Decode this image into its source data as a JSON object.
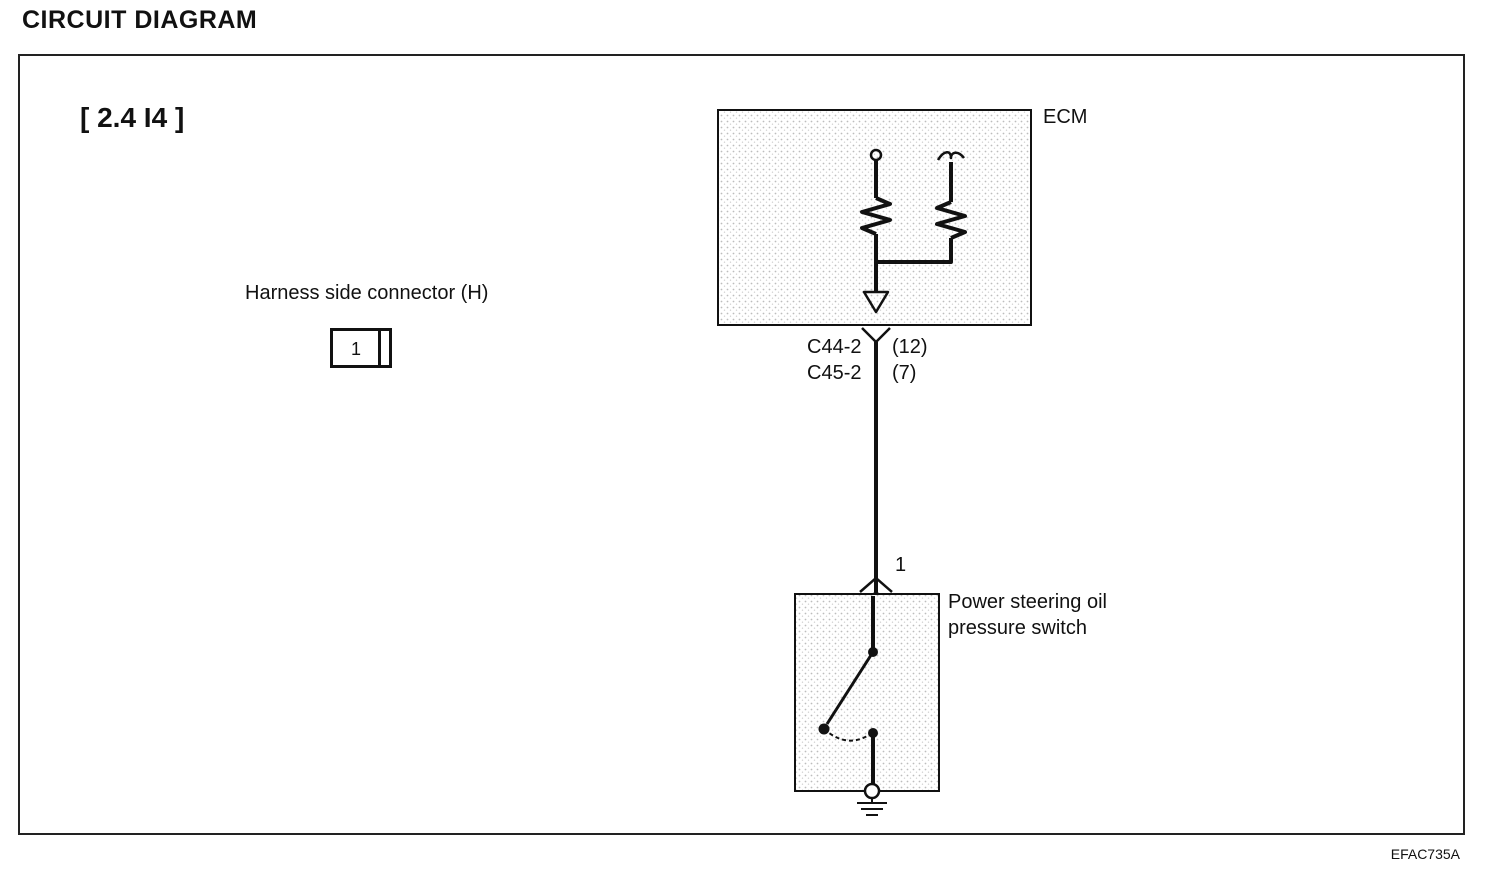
{
  "title": "CIRCUIT DIAGRAM",
  "engine_label": "[ 2.4 I4 ]",
  "connector": {
    "label": "Harness side connector (H)",
    "pin": "1"
  },
  "ecm": {
    "label": "ECM",
    "pin_c44": "C44-2",
    "pin_c44_num": "(12)",
    "pin_c45": "C45-2",
    "pin_c45_num": "(7)"
  },
  "switch": {
    "pin": "1",
    "label_line1": "Power steering oil",
    "label_line2": "pressure switch"
  },
  "figure_code": "EFAC735A",
  "colors": {
    "line": "#111111",
    "shade": "#d9d9d9",
    "background": "#ffffff"
  },
  "icons": [
    "resistor-icon",
    "ground-icon",
    "switch-icon",
    "terminal-icon"
  ]
}
